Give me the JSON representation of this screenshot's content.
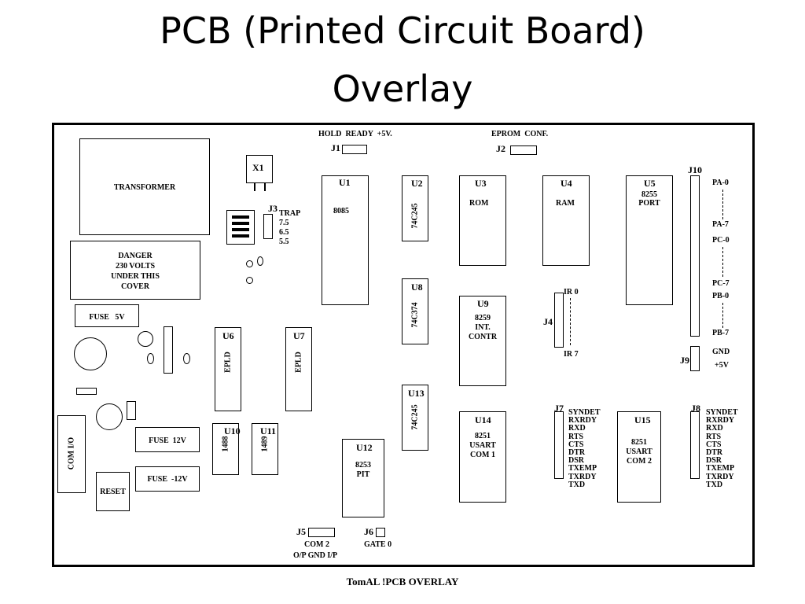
{
  "title": {
    "line1": "PCB (Printed Circuit Board)",
    "line2": "Overlay"
  },
  "footer": "TomAL !PCB  OVERLAY",
  "top_labels": {
    "hold": "HOLD  READY  +5V.",
    "eprom": "EPROM  CONF."
  },
  "components": {
    "transformer": "TRANSFORMER",
    "danger": "DANGER\n230 VOLTS\nUNDER THIS\nCOVER",
    "fuse5": "FUSE   5V",
    "fuse12": "FUSE  12V",
    "fusem12": "FUSE  -12V",
    "com_io": "COM I/O",
    "reset": "RESET",
    "xtal": "X1",
    "trap": "TRAP\n7.5\n6.5\n5.5",
    "u1": "8085",
    "u2": "74C245",
    "u3": "ROM",
    "u4": "RAM",
    "u5": "8255\nPORT",
    "u6": "EPLD",
    "u7": "EPLD",
    "u8": "74C374",
    "u9": "8259\nINT.\nCONTR",
    "u10": "1488",
    "u11": "1489",
    "u12": "8253\nPIT",
    "u13": "74C245",
    "u14": "8251\nUSART\nCOM 1",
    "u15": "8251\nUSART\nCOM 2"
  },
  "refs": {
    "u1": "U1",
    "u2": "U2",
    "u3": "U3",
    "u4": "U4",
    "u5": "U5",
    "u6": "U6",
    "u7": "U7",
    "u8": "U8",
    "u9": "U9",
    "u10": "U10",
    "u11": "U11",
    "u12": "U12",
    "u13": "U13",
    "u14": "U14",
    "u15": "U15",
    "j1": "J1",
    "j2": "J2",
    "j3": "J3",
    "j4": "J4",
    "j5": "J5",
    "j6": "J6",
    "j7": "J7",
    "j8": "J8",
    "j9": "J9",
    "j10": "J10"
  },
  "port_labels": {
    "pa0": "PA-0",
    "pa7": "PA-7",
    "pc0": "PC-0",
    "pc7": "PC-7",
    "pb0": "PB-0",
    "pb7": "PB-7",
    "gnd": "GND",
    "v5": "+5V"
  },
  "ir_labels": {
    "ir0": "IR 0",
    "ir7": "IR 7"
  },
  "serial_pins": "SYNDET\nRXRDY\nRXD\nRTS\nCTS\nDTR\nDSR\nTXEMP\nTXRDY\nTXD",
  "bottom_labels": {
    "com2": "COM 2",
    "opgnd": "O/P GND I/P",
    "gate0": "GATE 0"
  }
}
